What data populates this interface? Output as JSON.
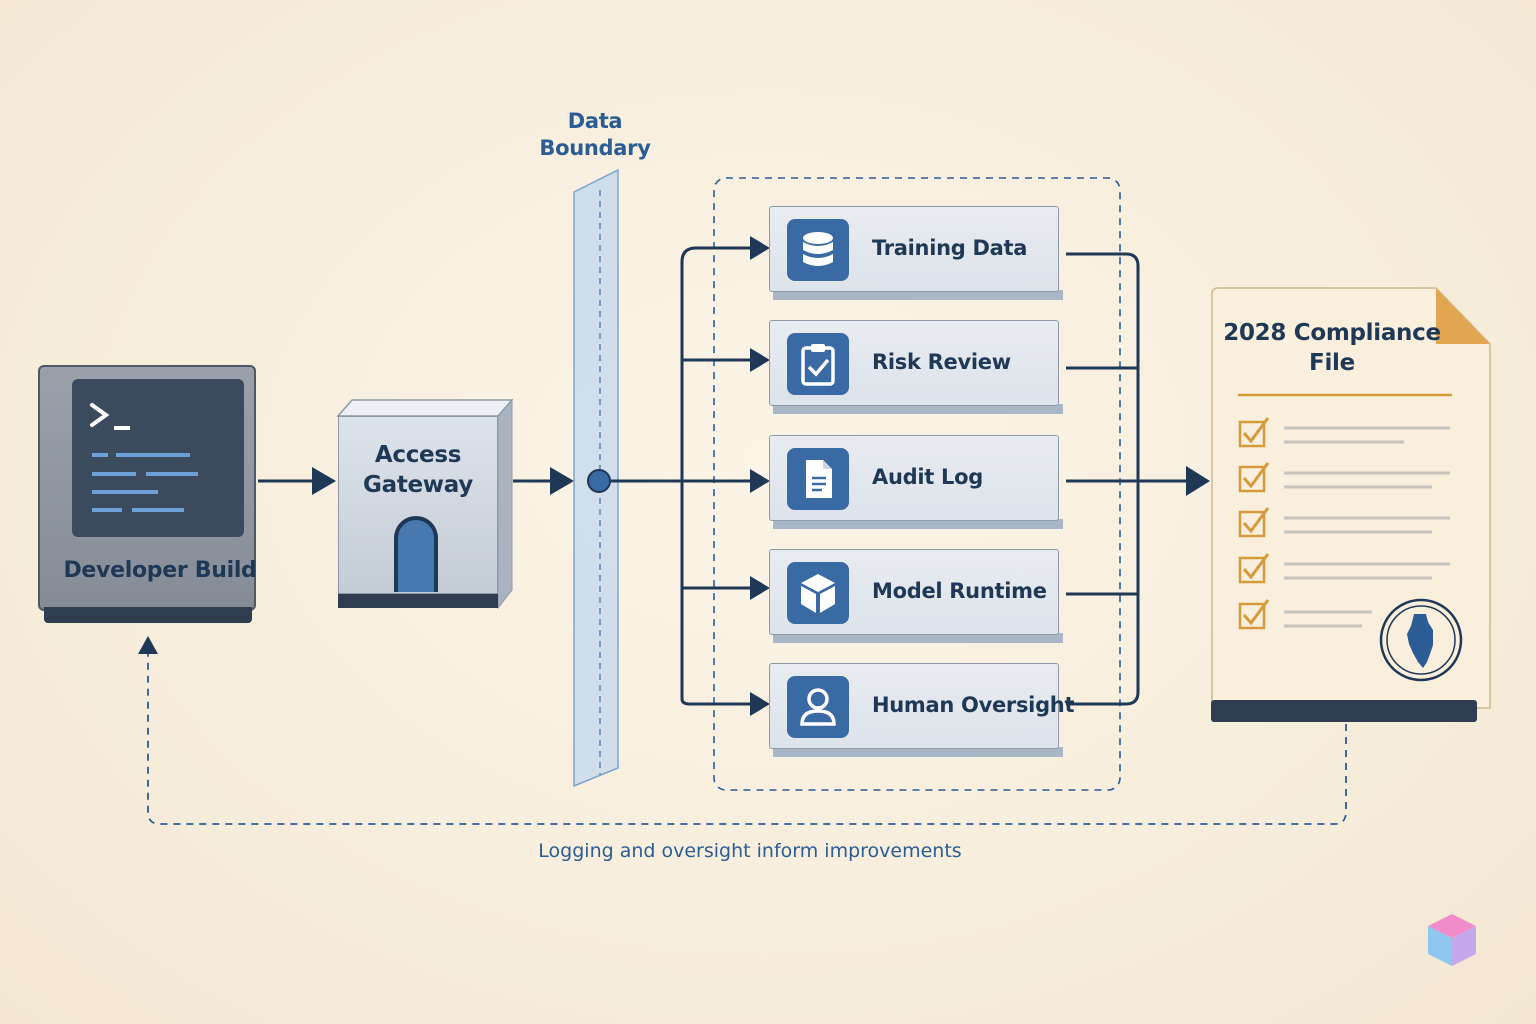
{
  "diagram": {
    "developer_build": {
      "label": "Developer Build",
      "icon": "terminal-icon"
    },
    "access_gateway": {
      "label": "Access Gateway",
      "icon": "door-icon"
    },
    "data_boundary": {
      "label": "Data Boundary"
    },
    "components": [
      {
        "label": "Training Data",
        "icon": "database-icon"
      },
      {
        "label": "Risk Review",
        "icon": "clipboard-check-icon"
      },
      {
        "label": "Audit Log",
        "icon": "document-icon"
      },
      {
        "label": "Model Runtime",
        "icon": "cube-icon"
      },
      {
        "label": "Human Oversight",
        "icon": "user-icon"
      }
    ],
    "compliance_file": {
      "title": "2028 Compliance File",
      "checklist_items": 5,
      "seal_icon": "illinois-seal-icon"
    },
    "feedback_caption": "Logging and oversight inform improvements"
  },
  "colors": {
    "navy": "#1f3856",
    "accent_blue": "#3a6aa3",
    "boundary_blue": "#2b5c93",
    "checklist_gold": "#d59a3c",
    "background": "#f8efdf"
  }
}
